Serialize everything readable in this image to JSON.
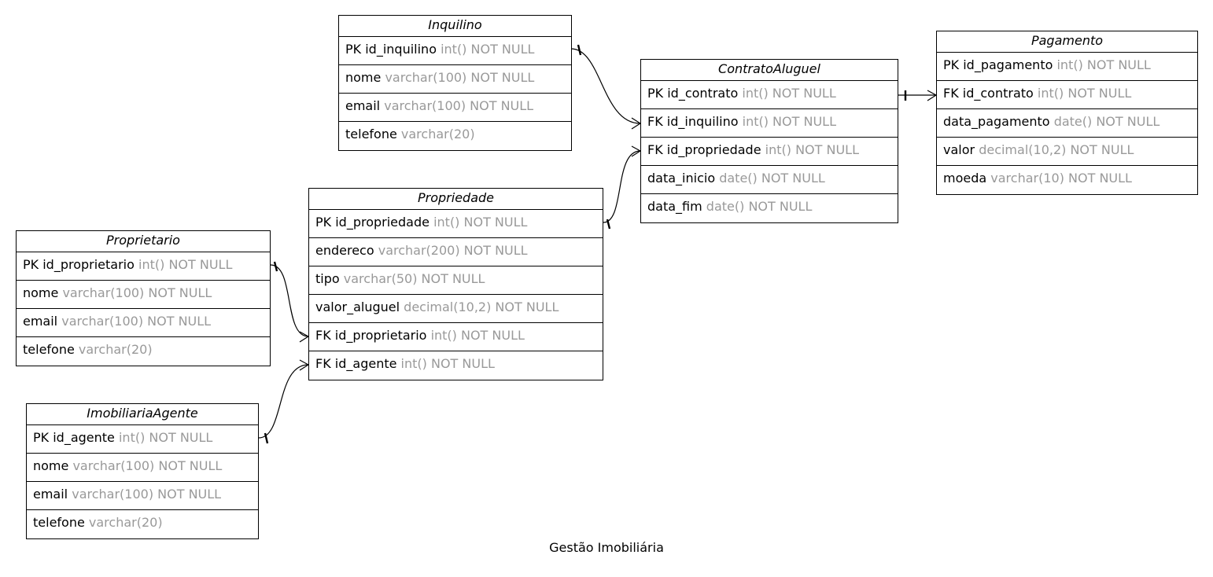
{
  "diagram": {
    "caption": "Gestão Imobiliária",
    "entities": {
      "inquilino": {
        "title": "Inquilino",
        "fields": [
          {
            "name": "PK id_inquilino",
            "type": "int() NOT NULL"
          },
          {
            "name": "nome",
            "type": "varchar(100) NOT NULL"
          },
          {
            "name": "email",
            "type": "varchar(100) NOT NULL"
          },
          {
            "name": "telefone",
            "type": "varchar(20)"
          }
        ]
      },
      "contrato": {
        "title": "ContratoAluguel",
        "fields": [
          {
            "name": "PK id_contrato",
            "type": "int() NOT NULL"
          },
          {
            "name": "FK id_inquilino",
            "type": "int() NOT NULL"
          },
          {
            "name": "FK id_propriedade",
            "type": "int() NOT NULL"
          },
          {
            "name": "data_inicio",
            "type": "date() NOT NULL"
          },
          {
            "name": "data_fim",
            "type": "date() NOT NULL"
          }
        ]
      },
      "pagamento": {
        "title": "Pagamento",
        "fields": [
          {
            "name": "PK id_pagamento",
            "type": "int() NOT NULL"
          },
          {
            "name": "FK id_contrato",
            "type": "int() NOT NULL"
          },
          {
            "name": "data_pagamento",
            "type": "date() NOT NULL"
          },
          {
            "name": "valor",
            "type": "decimal(10,2) NOT NULL"
          },
          {
            "name": "moeda",
            "type": "varchar(10) NOT NULL"
          }
        ]
      },
      "propriedade": {
        "title": "Propriedade",
        "fields": [
          {
            "name": "PK id_propriedade",
            "type": "int() NOT NULL"
          },
          {
            "name": "endereco",
            "type": "varchar(200) NOT NULL"
          },
          {
            "name": "tipo",
            "type": "varchar(50) NOT NULL"
          },
          {
            "name": "valor_aluguel",
            "type": "decimal(10,2) NOT NULL"
          },
          {
            "name": "FK id_proprietario",
            "type": "int() NOT NULL"
          },
          {
            "name": "FK id_agente",
            "type": "int() NOT NULL"
          }
        ]
      },
      "proprietario": {
        "title": "Proprietario",
        "fields": [
          {
            "name": "PK id_proprietario",
            "type": "int() NOT NULL"
          },
          {
            "name": "nome",
            "type": "varchar(100) NOT NULL"
          },
          {
            "name": "email",
            "type": "varchar(100) NOT NULL"
          },
          {
            "name": "telefone",
            "type": "varchar(20)"
          }
        ]
      },
      "agente": {
        "title": "ImobiliariaAgente",
        "fields": [
          {
            "name": "PK id_agente",
            "type": "int() NOT NULL"
          },
          {
            "name": "nome",
            "type": "varchar(100) NOT NULL"
          },
          {
            "name": "email",
            "type": "varchar(100) NOT NULL"
          },
          {
            "name": "telefone",
            "type": "varchar(20)"
          }
        ]
      }
    },
    "relationships": [
      {
        "from": "inquilino.id_inquilino",
        "to": "contrato.id_inquilino",
        "cardinality": "one-to-many"
      },
      {
        "from": "propriedade.id_propriedade",
        "to": "contrato.id_propriedade",
        "cardinality": "one-to-many"
      },
      {
        "from": "contrato.id_contrato",
        "to": "pagamento.id_contrato",
        "cardinality": "one-to-many"
      },
      {
        "from": "proprietario.id_proprietario",
        "to": "propriedade.id_proprietario",
        "cardinality": "one-to-many"
      },
      {
        "from": "agente.id_agente",
        "to": "propriedade.id_agente",
        "cardinality": "one-to-many"
      }
    ]
  }
}
